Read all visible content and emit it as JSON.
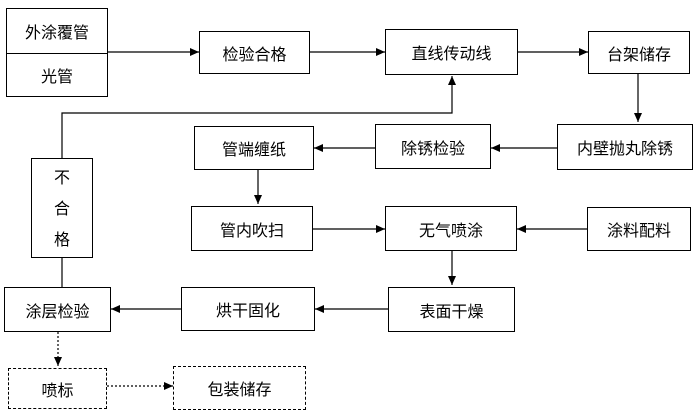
{
  "nodes": {
    "outer_coated_pipe": "外涂覆管",
    "bare_pipe": "光管",
    "inspection_pass": "检验合格",
    "linear_conveyor": "直线传动线",
    "rack_storage": "台架储存",
    "inner_shot_blast": "内壁抛丸除锈",
    "derust_inspection": "除锈检验",
    "pipe_end_paper": "管端缠纸",
    "pipe_inner_blow": "管内吹扫",
    "airless_spray": "无气喷涂",
    "paint_mixing": "涂料配料",
    "surface_dry": "表面干燥",
    "bake_cure": "烘干固化",
    "coating_inspection": "涂层检验",
    "fail": [
      "不",
      "合",
      "格"
    ],
    "spray_mark": "喷标",
    "pack_storage": "包装储存"
  }
}
